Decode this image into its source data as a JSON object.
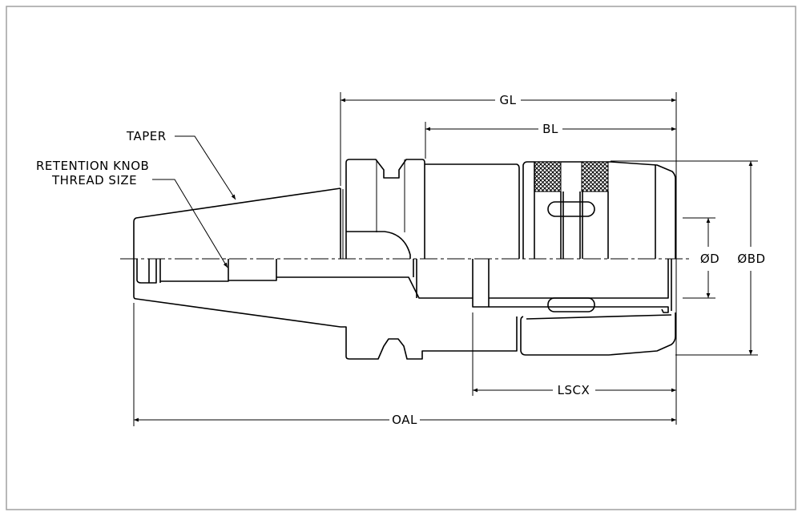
{
  "labels": {
    "gl": "GL",
    "bl": "BL",
    "taper": "TAPER",
    "retention_line1": "RETENTION KNOB",
    "retention_line2": "THREAD SIZE",
    "d": "ØD",
    "bd": "ØBD",
    "lscx": "LSCX",
    "oal": "OAL"
  },
  "colors": {
    "line": "#000000",
    "frame": "#a0a0a0",
    "background": "#ffffff"
  }
}
